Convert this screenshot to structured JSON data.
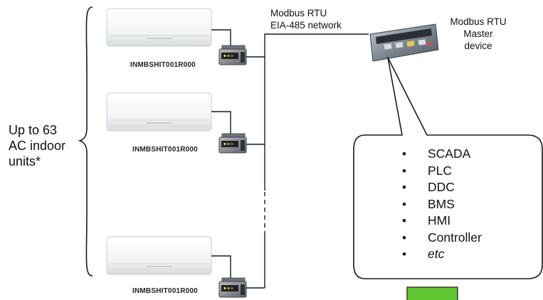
{
  "side_label": {
    "lines": [
      "Up to 63",
      "AC indoor",
      "units*"
    ]
  },
  "network_label": {
    "lines": [
      "Modbus RTU",
      "EIA-485 network"
    ]
  },
  "master_label": {
    "lines": [
      "Modbus RTU",
      "Master",
      "device"
    ]
  },
  "gateways": [
    {
      "label": "INMBSHIT001R000"
    },
    {
      "label": "INMBSHIT001R000"
    },
    {
      "label": "INMBSHIT001R000"
    }
  ],
  "master_systems": [
    {
      "label": "SCADA",
      "italic": false
    },
    {
      "label": "PLC",
      "italic": false
    },
    {
      "label": "DDC",
      "italic": false
    },
    {
      "label": "BMS",
      "italic": false
    },
    {
      "label": "HMI",
      "italic": false
    },
    {
      "label": "Controller",
      "italic": false
    },
    {
      "label": "etc",
      "italic": true
    }
  ],
  "colors": {
    "line": "#1a1a1a",
    "ac_unit_body": "#f7f8f8",
    "ac_unit_edge": "#c9cdd0",
    "gateway_body": "#8a8f96",
    "master_body": "#9aa3ad",
    "green_block": "#5fc531"
  }
}
